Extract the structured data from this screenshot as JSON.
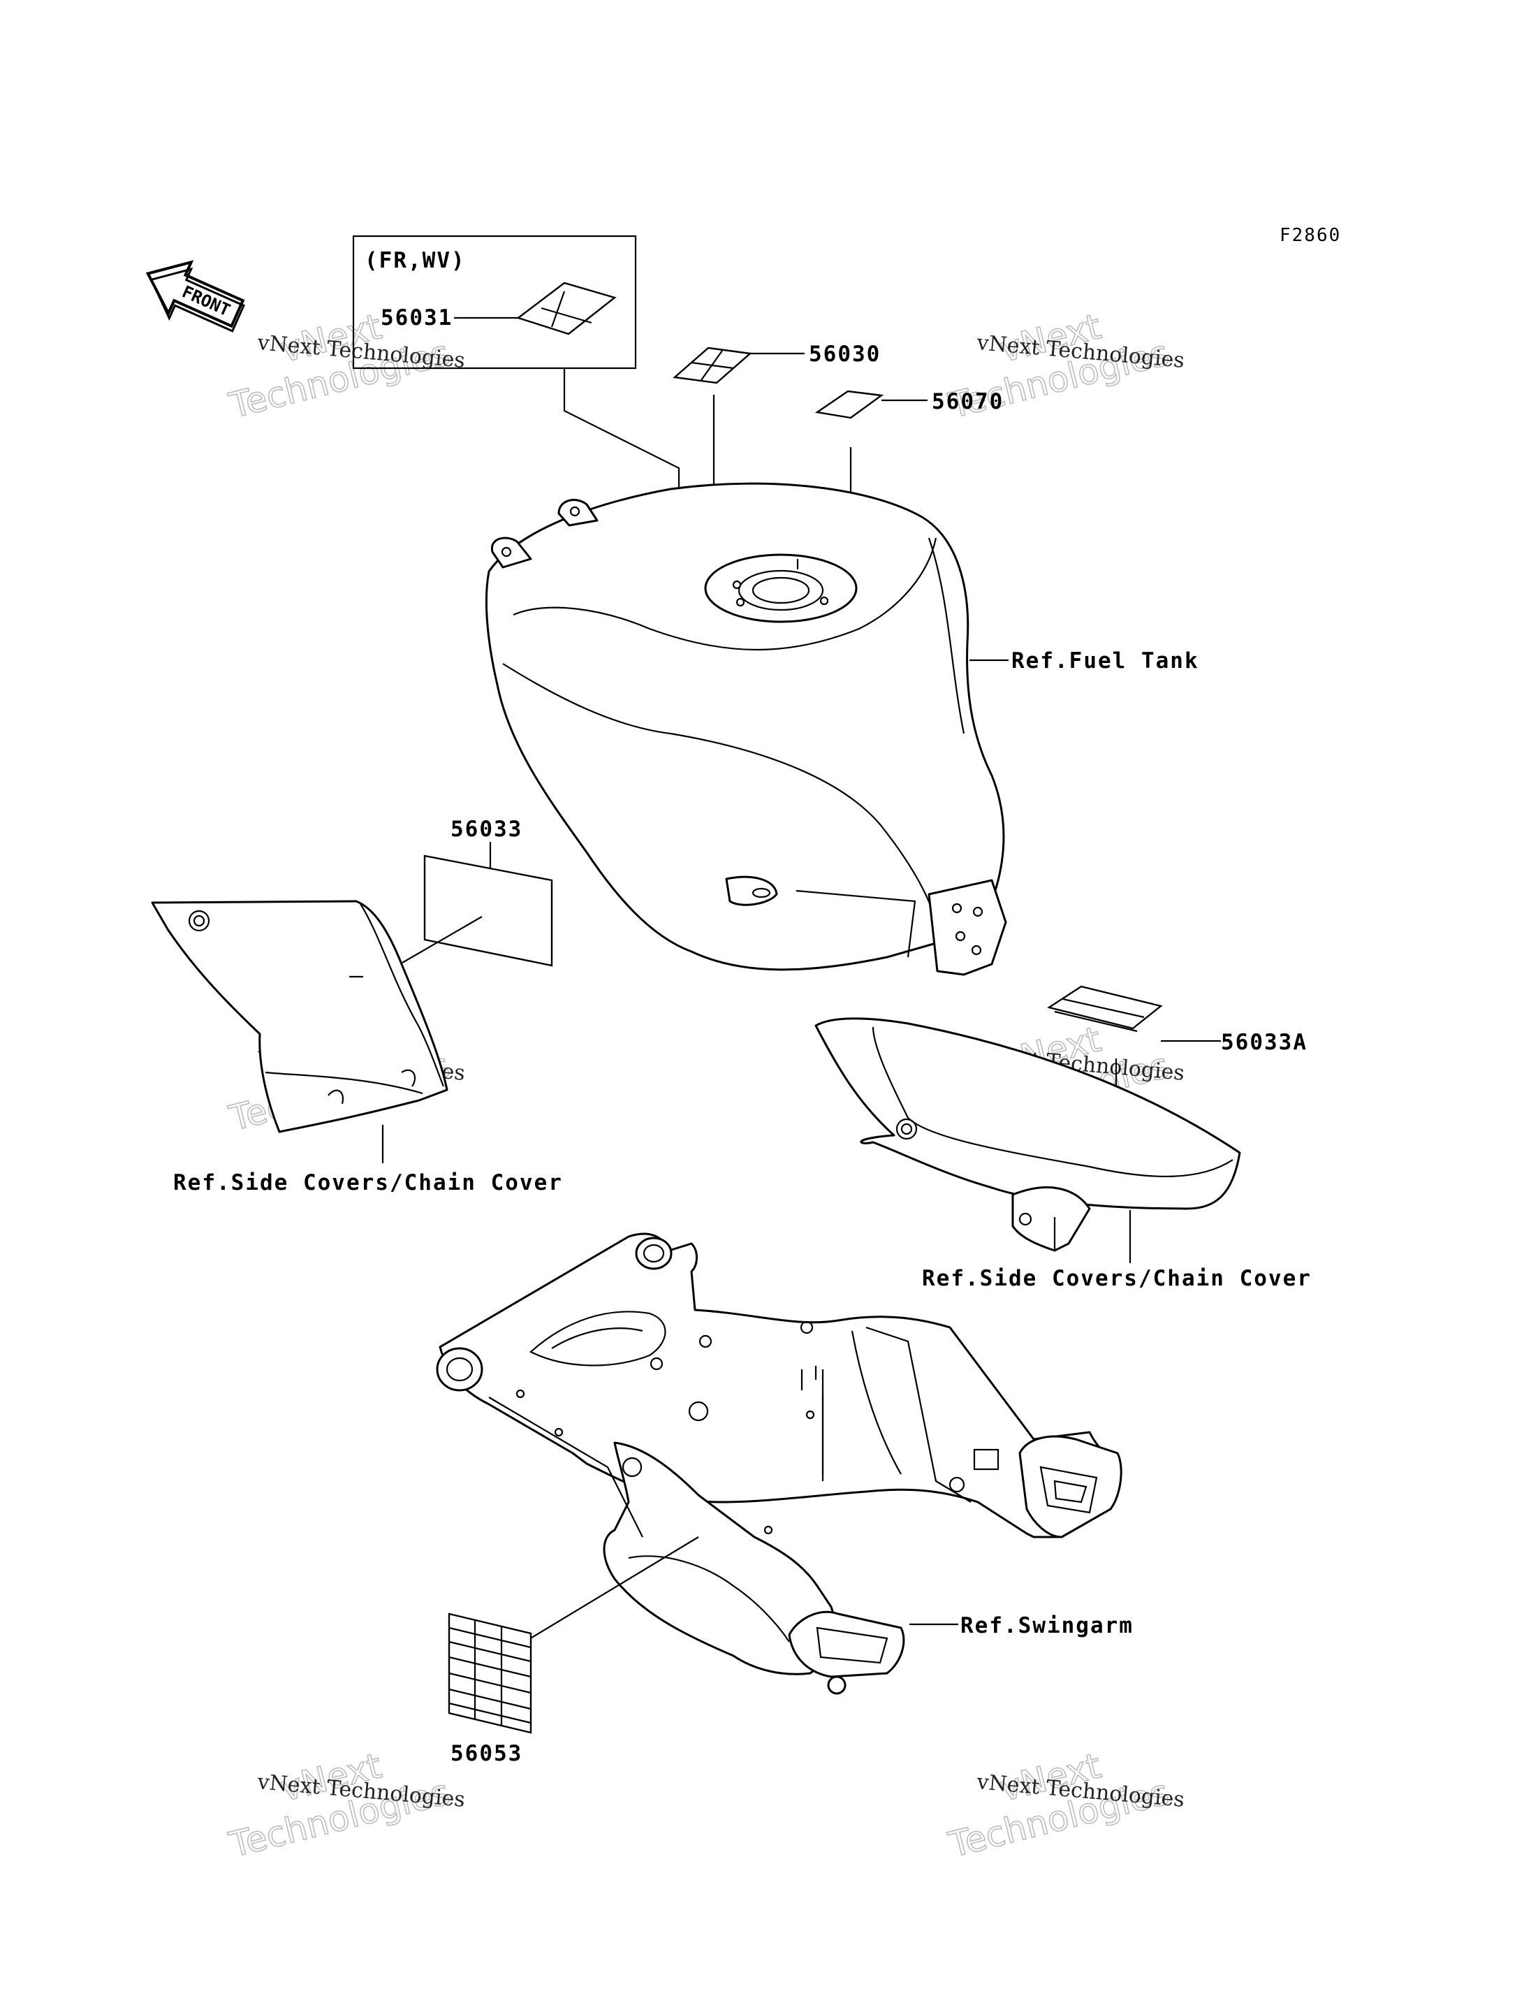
{
  "figure_code": "F2860",
  "orientation_arrow": {
    "text": "FRONT",
    "icon": "front-arrow-icon"
  },
  "region_box": {
    "label": "(FR,WV)"
  },
  "parts": [
    {
      "number": "56031"
    },
    {
      "number": "56030"
    },
    {
      "number": "56070"
    },
    {
      "number": "56033"
    },
    {
      "number": "56033A"
    },
    {
      "number": "56053"
    }
  ],
  "references": {
    "fuel_tank": "Ref.Fuel Tank",
    "side_covers_left": "Ref.Side Covers/Chain Cover",
    "side_covers_right": "Ref.Side Covers/Chain Cover",
    "swingarm": "Ref.Swingarm"
  },
  "watermarks": {
    "company": "vNext Technologies",
    "line1": "vNext",
    "line2": "Technologies"
  }
}
